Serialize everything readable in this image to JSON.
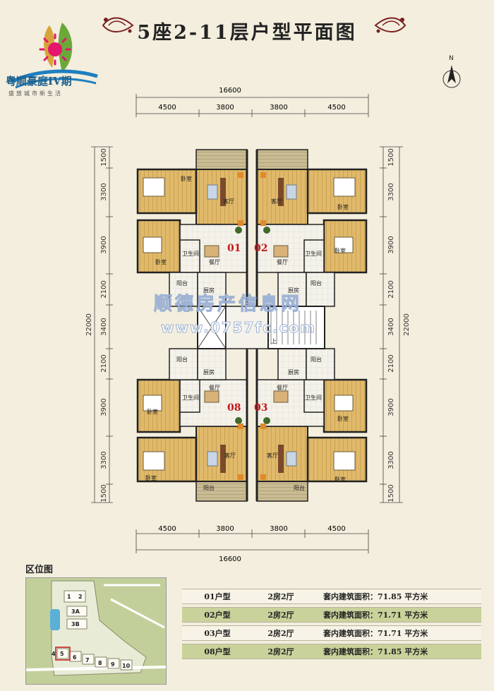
{
  "brand": {
    "name": "粤顺豪庭IV期",
    "slogan": "盛放城市新生活"
  },
  "title": "5座2-11层户型平面图",
  "compass": {
    "label": "N"
  },
  "dimensions": {
    "overall_width": "16600",
    "top_segments": [
      "4500",
      "3800",
      "3800",
      "4500"
    ],
    "bottom_segments": [
      "4500",
      "3800",
      "3800",
      "4500"
    ],
    "overall_height": "22000",
    "vertical_segments": [
      "1500",
      "3300",
      "3900",
      "2100",
      "3400",
      "2100",
      "3900",
      "3300",
      "1500"
    ]
  },
  "units": {
    "u01": "01",
    "u02": "02",
    "u08": "08",
    "u03": "03"
  },
  "rooms": {
    "bedroom": "卧室",
    "living": "客厅",
    "dining": "餐厅",
    "kitchen": "厨房",
    "bathroom": "卫生间",
    "balcony": "阳台",
    "up": "上"
  },
  "watermark": {
    "line1": "顺德房产信息网",
    "line2": "www.0757fc.com"
  },
  "location": {
    "title": "区位图",
    "blocks": [
      "1",
      "2",
      "3A",
      "3B",
      "4",
      "5",
      "6",
      "7",
      "8",
      "9",
      "10"
    ]
  },
  "area_table": [
    {
      "unit": "01户型",
      "layout": "2房2厅",
      "area": "套内建筑面积：71.85 平方米"
    },
    {
      "unit": "02户型",
      "layout": "2房2厅",
      "area": "套内建筑面积：71.71 平方米"
    },
    {
      "unit": "03户型",
      "layout": "2房2厅",
      "area": "套内建筑面积：71.71 平方米"
    },
    {
      "unit": "08户型",
      "layout": "2房2厅",
      "area": "套内建筑面积：71.85 平方米"
    }
  ],
  "colors": {
    "background": "#f3eedd",
    "unit_label": "#c4161c",
    "wall": "#222222",
    "floor_wood": "#e0b96a",
    "floor_tile": "#f4f2ea",
    "table_green": "#c9d29a"
  }
}
